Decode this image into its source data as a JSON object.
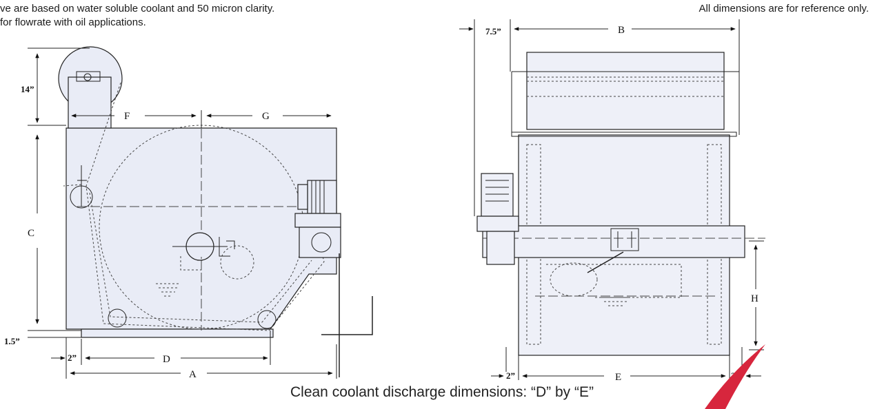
{
  "notes": {
    "line1": "ve are based on water soluble coolant and 50 micron clarity.",
    "line2": "for flowrate with oil applications.",
    "right": "All dimensions are for reference only."
  },
  "caption": "Clean coolant discharge dimensions: “D” by “E”",
  "side_view": {
    "labels": {
      "height_top": "14”",
      "F": "F",
      "G": "G",
      "C": "C",
      "gap_bottom": "1.5”",
      "offset": "2”",
      "D": "D",
      "A": "A"
    }
  },
  "front_view": {
    "labels": {
      "offset_top": "7.5”",
      "B": "B",
      "H": "H",
      "left_offset": "2”",
      "E": "E",
      "right_offset": "2”"
    }
  },
  "colors": {
    "tank_fill": "#e9ecf6",
    "swoosh": "#d7263d"
  }
}
